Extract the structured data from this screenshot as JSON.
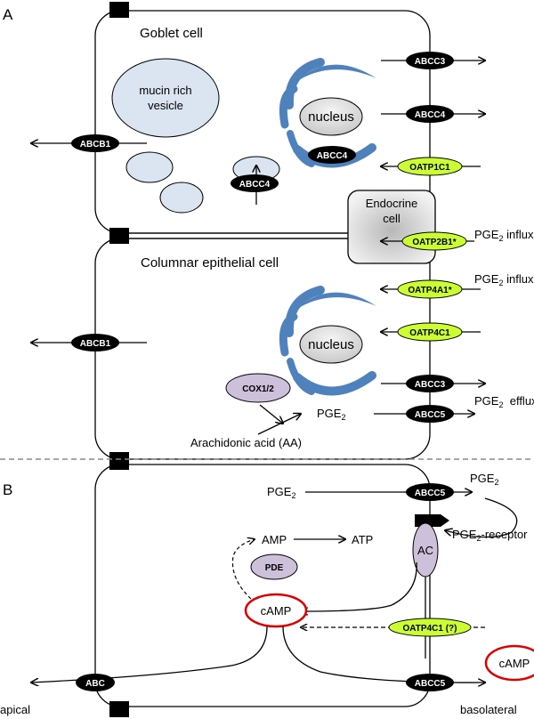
{
  "panels": {
    "a": "A",
    "b": "B"
  },
  "cells": {
    "goblet": "Goblet cell",
    "columnar": "Columnar epithelial cell",
    "endocrine_line1": "Endocrine",
    "endocrine_line2": "cell",
    "mucin_line1": "mucin rich",
    "mucin_line2": "vesicle",
    "nucleus": "nucleus"
  },
  "transporters": {
    "abcb1": "ABCB1",
    "abcc3": "ABCC3",
    "abcc4": "ABCC4",
    "abcc5": "ABCC5",
    "oatp1c1": "OATP1C1",
    "oatp2b1": "OATP2B1*",
    "oatp4a1": "OATP4A1*",
    "oatp4c1": "OATP4C1",
    "oatp4c1_q": "OATP4C1 (?)",
    "abc": "ABC",
    "cox": "COX1/2",
    "pde": "PDE",
    "ac": "AC"
  },
  "labels": {
    "pge2_base": "PGE",
    "sub2": "2",
    "influx": " influx",
    "efflux": "  efflux",
    "receptor_suffix": "-receptor",
    "arachidonic": "Arachidonic acid (AA)",
    "amp": "AMP",
    "atp": "ATP",
    "camp": "cAMP",
    "apical": "apical",
    "basolateral": "basolateral"
  },
  "colors": {
    "cell_fill": "#ffffff",
    "vesicle_fill": "#dbe5f1",
    "nucleus_fill": "#d9d9d9",
    "er_fill": "#4f81bd",
    "pill_black": "#000000",
    "pill_green": "#ccff33",
    "enzyme_fill": "#ccc0da",
    "camp_ring": "#e00000",
    "endocrine_fill": "#e4e4e4"
  },
  "icons": {
    "tight_junction": "black-square",
    "receptor": "pentagon-receptor"
  }
}
